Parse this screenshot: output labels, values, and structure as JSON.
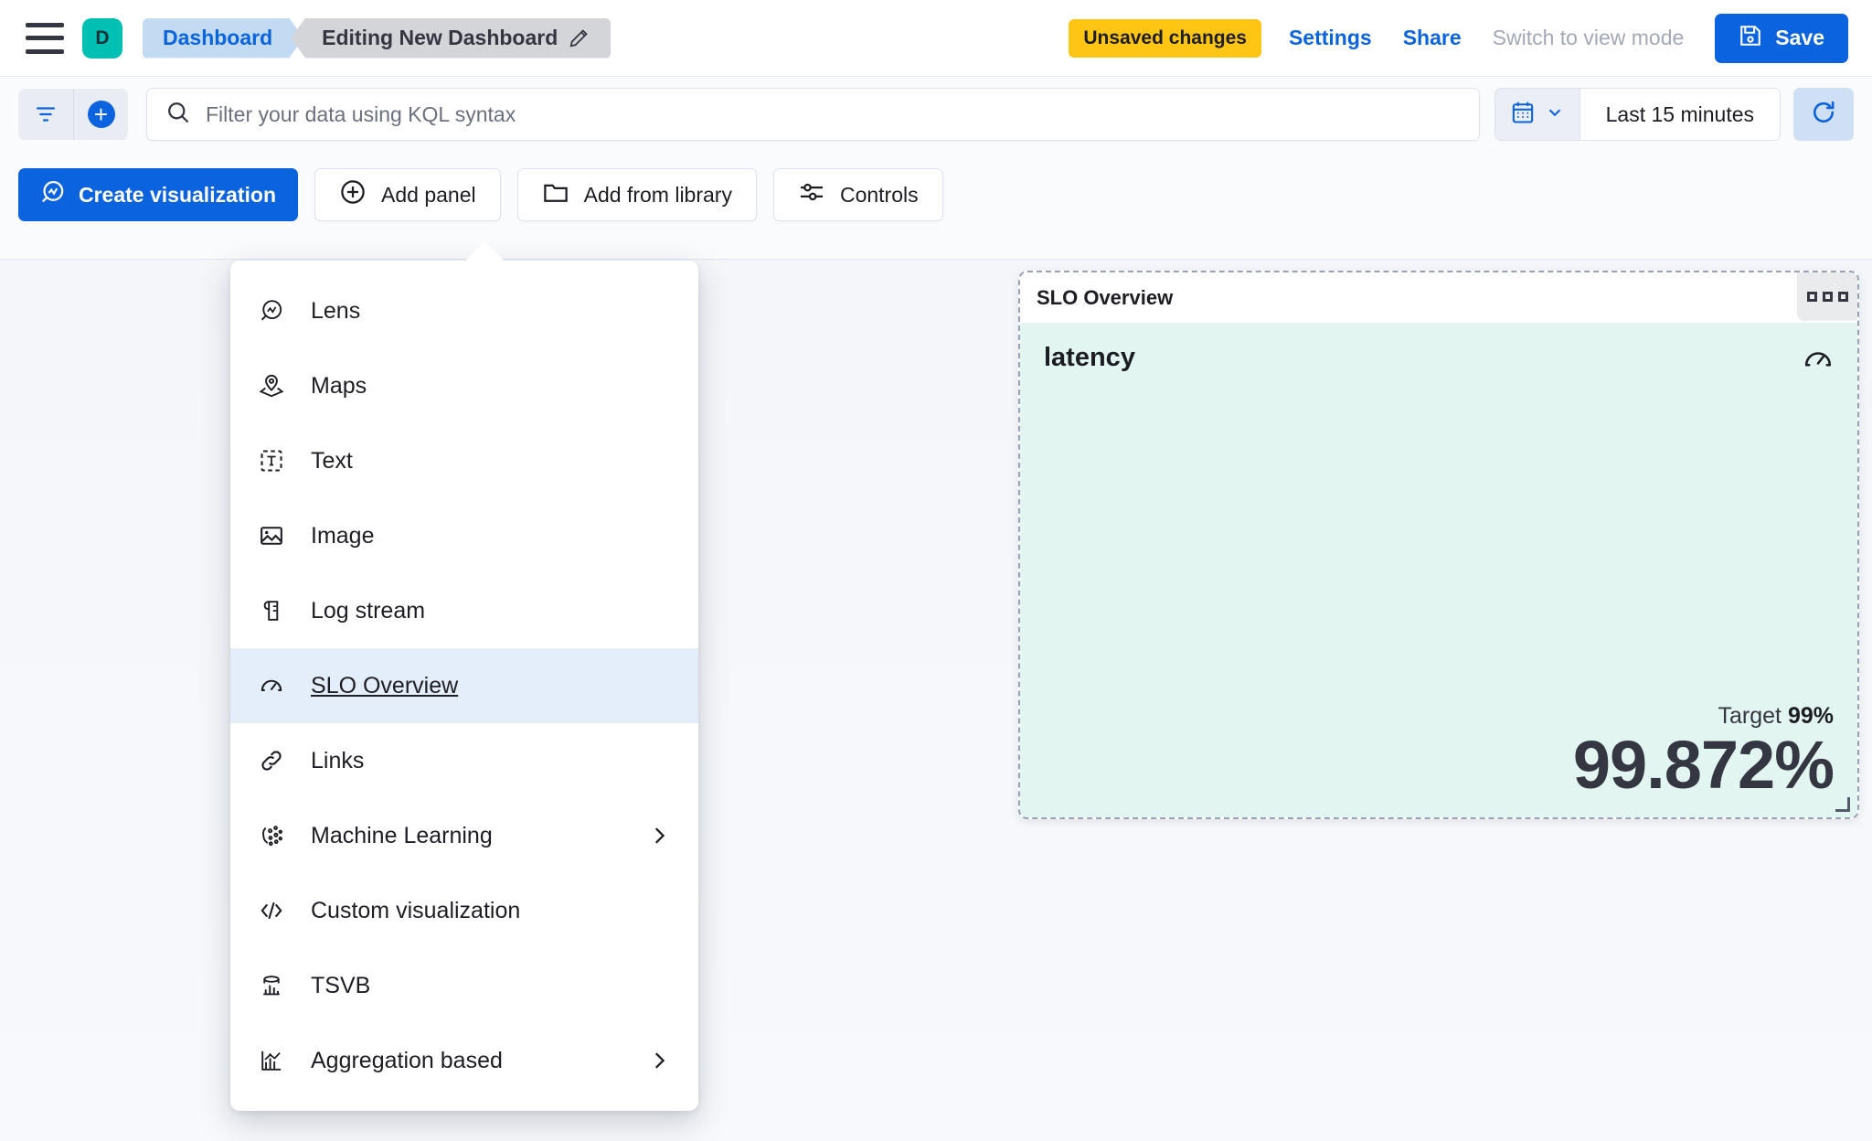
{
  "header": {
    "menu_icon": "hamburger-icon",
    "space_avatar": "D",
    "breadcrumbs": [
      {
        "label": "Dashboard"
      },
      {
        "label": "Editing New Dashboard"
      }
    ],
    "edit_icon": "pencil-icon",
    "unsaved_badge": "Unsaved changes",
    "settings_link": "Settings",
    "share_link": "Share",
    "view_mode_link": "Switch to view mode",
    "save_button": "Save",
    "save_icon": "save-disk-icon"
  },
  "querybar": {
    "filter_icon": "filter-icon",
    "add_filter_icon": "plus-circle-icon",
    "search_icon": "search-icon",
    "placeholder": "Filter your data using KQL syntax",
    "value": "",
    "calendar_icon": "calendar-icon",
    "chevron_icon": "chevron-down-icon",
    "time_range": "Last 15 minutes",
    "refresh_icon": "refresh-icon"
  },
  "toolbar": {
    "create_visualization": "Create visualization",
    "create_visualization_icon": "lens-icon",
    "add_panel": "Add panel",
    "add_panel_icon": "plus-circle-outline-icon",
    "add_from_library": "Add from library",
    "add_from_library_icon": "folder-icon",
    "controls": "Controls",
    "controls_icon": "sliders-icon"
  },
  "add_panel_menu": {
    "items": [
      {
        "label": "Lens",
        "icon": "lens-icon",
        "submenu": false,
        "selected": false
      },
      {
        "label": "Maps",
        "icon": "map-marker-icon",
        "submenu": false,
        "selected": false
      },
      {
        "label": "Text",
        "icon": "text-box-icon",
        "submenu": false,
        "selected": false
      },
      {
        "label": "Image",
        "icon": "image-icon",
        "submenu": false,
        "selected": false
      },
      {
        "label": "Log stream",
        "icon": "log-stream-icon",
        "submenu": false,
        "selected": false
      },
      {
        "label": "SLO Overview",
        "icon": "gauge-icon",
        "submenu": false,
        "selected": true
      },
      {
        "label": "Links",
        "icon": "link-icon",
        "submenu": false,
        "selected": false
      },
      {
        "label": "Machine Learning",
        "icon": "machine-learning-icon",
        "submenu": true,
        "selected": false
      },
      {
        "label": "Custom visualization",
        "icon": "code-icon",
        "submenu": false,
        "selected": false
      },
      {
        "label": "TSVB",
        "icon": "tsvb-chart-icon",
        "submenu": false,
        "selected": false
      },
      {
        "label": "Aggregation based",
        "icon": "aggregation-chart-icon",
        "submenu": true,
        "selected": false
      }
    ],
    "chevron_icon": "chevron-right-icon"
  },
  "slo_panel": {
    "panel_title": "SLO Overview",
    "context_menu_icon": "grip-dots-icon",
    "slo_name": "latency",
    "gauge_icon": "gauge-icon",
    "target_label": "Target",
    "target_value": "99%",
    "sli_value": "99.872%",
    "background_color": "#E2F5F1",
    "resize_handle_icon": "resize-corner-icon"
  }
}
